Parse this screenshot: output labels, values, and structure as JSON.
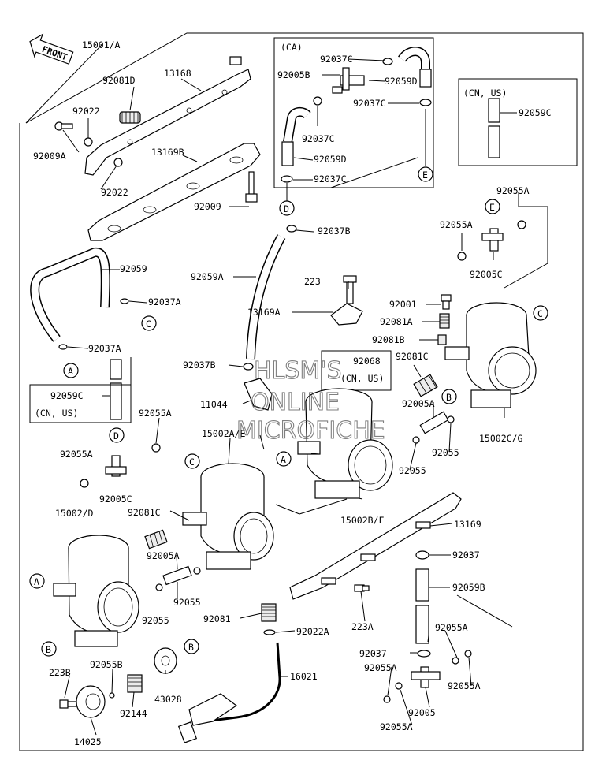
{
  "labels": {
    "l15001a": "15001/A",
    "l92081d": "92081D",
    "l13168": "13168",
    "l92022a": "92022",
    "l92009a": "92009A",
    "l13169b": "13169B",
    "l92022b": "92022",
    "l92009": "92009",
    "l92059": "92059",
    "l92037a1": "92037A",
    "l92037a2": "92037A",
    "l92059c_l": "92059C",
    "l92059a": "92059A",
    "l92037b_top": "92037B",
    "l92037b_mid": "92037B",
    "l223": "223",
    "l13169a": "13169A",
    "l92068": "92068",
    "l11044": "11044",
    "l92055a_l1": "92055A",
    "l92055a_l2": "92055A",
    "l92005c_l": "92005C",
    "l15002ae": "15002A/E",
    "l15002d": "15002/D",
    "l92081c_l": "92081C",
    "l92005a_l": "92005A",
    "l92055_l1": "92055",
    "l92055_l2": "92055",
    "l92081": "92081",
    "l92022a_b": "92022A",
    "l223a": "223A",
    "l223b": "223B",
    "l92055b": "92055B",
    "l92144": "92144",
    "l43028": "43028",
    "l14025": "14025",
    "l16021": "16021",
    "l13169": "13169",
    "l92037_r": "92037",
    "l92059b": "92059B",
    "l92055a_r1": "92055A",
    "l92037_r2": "92037",
    "l92055a_r2": "92055A",
    "l92055a_r3": "92055A",
    "l92005_r": "92005",
    "l92055a_r4": "92055A",
    "l15002bf": "15002B/F",
    "l92055_r": "92055",
    "l92005a_r": "92005A",
    "l92055_r2": "92055",
    "l15002cg": "15002C/G",
    "l92081c_r": "92081C",
    "l92081b": "92081B",
    "l92081a": "92081A",
    "l92001": "92001",
    "l92055a_tr1": "92055A",
    "l92055a_tr2": "92055A",
    "l92005c_r": "92005C",
    "l92037c_1": "92037C",
    "l92005b": "92005B",
    "l92059d_1": "92059D",
    "l92037c_2": "92037C",
    "l92037c_3": "92037C",
    "l92059d_2": "92059D",
    "l92037c_4": "92037C",
    "l92059c_r": "92059C"
  },
  "boxes": {
    "ca": "(CA)",
    "cnus_top": "(CN, US)",
    "cnus_left": "(CN, US)",
    "cnus_mid": "(CN, US)"
  },
  "front_label": "FRONT",
  "callouts": {
    "a": "A",
    "b": "B",
    "c": "C",
    "d": "D",
    "e": "E"
  },
  "watermark": {
    "line1": "HLSM'S",
    "line2": "ONLINE",
    "line3": "MICROFICHE"
  }
}
